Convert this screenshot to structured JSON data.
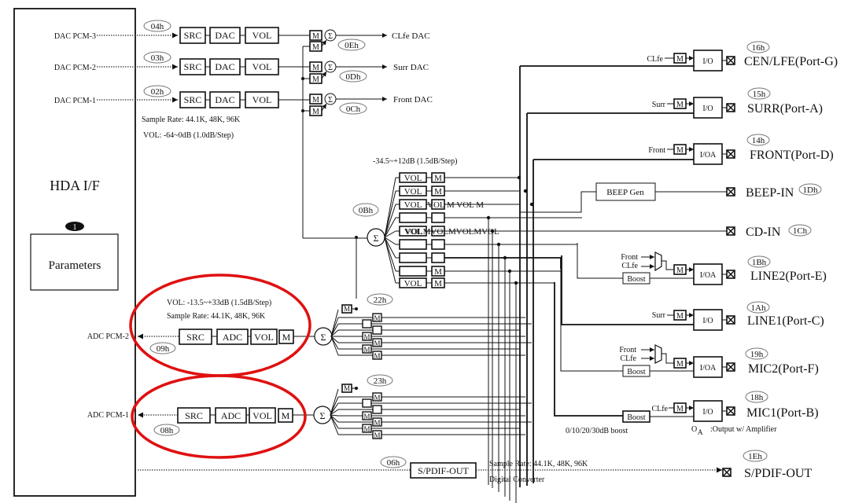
{
  "hda": {
    "title": "HDA I/F",
    "badge": "1",
    "parameters_label": "Parameters"
  },
  "dac_paths": [
    {
      "input": "DAC PCM-3",
      "nid": "04h",
      "blocks": [
        "SRC",
        "DAC",
        "VOL"
      ],
      "mixer_nid": "0Eh",
      "output": "CLfe DAC"
    },
    {
      "input": "DAC PCM-2",
      "nid": "03h",
      "blocks": [
        "SRC",
        "DAC",
        "VOL"
      ],
      "mixer_nid": "0Dh",
      "output": "Surr DAC"
    },
    {
      "input": "DAC PCM-1",
      "nid": "02h",
      "blocks": [
        "SRC",
        "DAC",
        "VOL"
      ],
      "mixer_nid": "0Ch",
      "output": "Front DAC"
    }
  ],
  "dac_notes": {
    "sample_rate": "Sample Rate: 44.1K, 48K, 96K",
    "vol": "VOL: -64~0dB (1.0dB/Step)"
  },
  "mute_label": "M",
  "vol_label": "VOL",
  "sigma": "Σ",
  "mixer": {
    "nid": "0Bh",
    "range": "-34.5~+12dB (1.5dB/Step)",
    "overlap_text_1": "VOL M VOL M",
    "overlap_text_2": "VOLMVOLMVOLMVOL"
  },
  "adc_paths": [
    {
      "output": "ADC PCM-2",
      "nid": "09h",
      "blocks": [
        "SRC",
        "ADC",
        "VOL",
        "M"
      ],
      "mixer_nid": "22h",
      "vol": "VOL: -13.5~+33dB (1.5dB/Step)",
      "sample_rate": "Sample Rate: 44.1K, 48K, 96K"
    },
    {
      "output": "ADC PCM-1",
      "nid": "08h",
      "blocks": [
        "SRC",
        "ADC",
        "VOL",
        "M"
      ],
      "mixer_nid": "23h"
    }
  ],
  "ports": [
    {
      "nid": "16h",
      "name": "CEN/LFE(Port-G)",
      "source": "CLfe",
      "io": "I/O"
    },
    {
      "nid": "15h",
      "name": "SURR(Port-A)",
      "source": "Surr",
      "io": "I/O"
    },
    {
      "nid": "14h",
      "name": "FRONT(Port-D)",
      "source": "Front",
      "io": "I/OA"
    },
    {
      "nid": "1Dh",
      "name": "BEEP-IN",
      "block": "BEEP Gen"
    },
    {
      "nid": "1Ch",
      "name": "CD-IN"
    },
    {
      "nid": "1Bh",
      "name": "LINE2(Port-E)",
      "sources": [
        "Front",
        "CLfe"
      ],
      "io": "I/OA",
      "boost": "Boost"
    },
    {
      "nid": "1Ah",
      "name": "LINE1(Port-C)",
      "source": "Surr",
      "io": "I/O"
    },
    {
      "nid": "19h",
      "name": "MIC2(Port-F)",
      "sources": [
        "Front",
        "CLfe"
      ],
      "io": "I/OA",
      "boost": "Boost"
    },
    {
      "nid": "18h",
      "name": "MIC1(Port-B)",
      "source": "CLfe",
      "io": "I/O",
      "boost": "Boost"
    }
  ],
  "notes": {
    "boost": "0/10/20/30dB boost",
    "oa_symbol": "O",
    "oa_sub": "A",
    "oa_desc": ":Output w/ Amplifier"
  },
  "spdif": {
    "nid": "06h",
    "block": "S/PDIF-OUT",
    "sample_rate": "Sample Rate: 44.1K, 48K, 96K",
    "desc": "Digital Converter",
    "port_nid": "1Eh",
    "port_name": "S/PDIF-OUT"
  }
}
